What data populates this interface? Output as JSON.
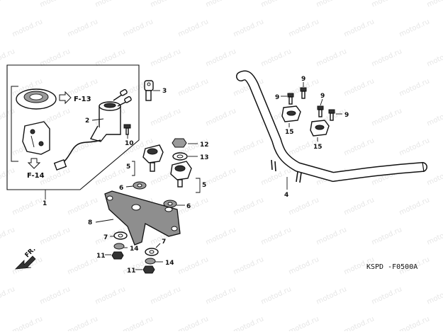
{
  "diagram": {
    "code": "KSPD -F0500A",
    "watermark": "motod.ru",
    "direction_label": "FR.",
    "refs": {
      "f13": "F-13",
      "f14": "F-14"
    },
    "callouts": {
      "c1": "1",
      "c2": "2",
      "c3": "3",
      "c4": "4",
      "c5a": "5",
      "c5b": "5",
      "c6a": "6",
      "c6b": "6",
      "c7a": "7",
      "c7b": "7",
      "c8": "8",
      "c9a": "9",
      "c9b": "9",
      "c9c": "9",
      "c9d": "9",
      "c10": "10",
      "c11a": "11",
      "c11b": "11",
      "c12": "12",
      "c13": "13",
      "c14a": "14",
      "c14b": "14",
      "c15a": "15",
      "c15b": "15"
    }
  }
}
